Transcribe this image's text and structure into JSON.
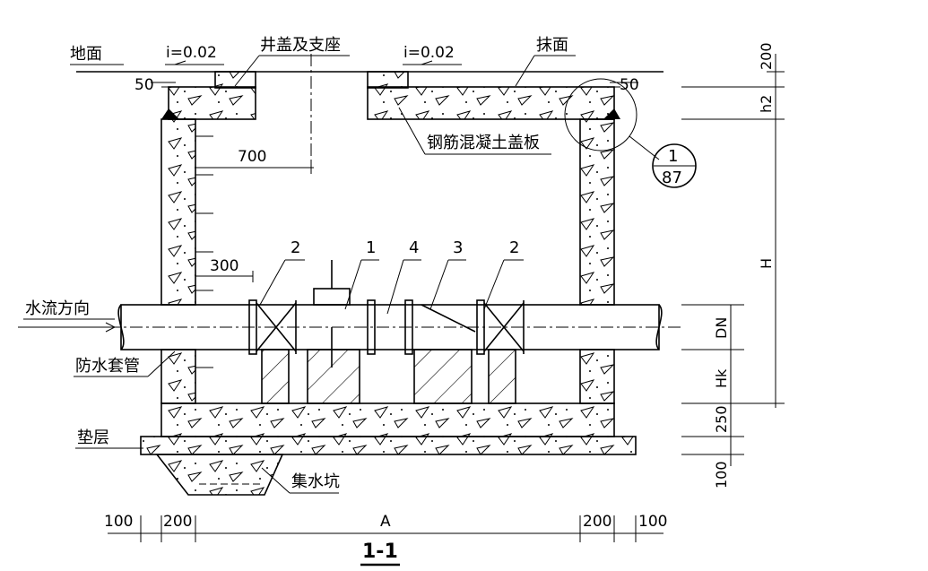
{
  "labels": {
    "ground": "地面",
    "slope_left": "i=0.02",
    "slope_right": "i=0.02",
    "cover_and_seat": "井盖及支座",
    "plaster_face": "抹面",
    "rc_cover_plate": "钢筋混凝土盖板",
    "flow_direction": "水流方向",
    "waterproof_sleeve": "防水套管",
    "cushion_layer": "垫层",
    "sump_pit": "集水坑",
    "section_title": "1-1"
  },
  "detail_callout": {
    "top": "1",
    "bottom": "87"
  },
  "part_numbers": {
    "p1": "1",
    "p2_left": "2",
    "p2_right": "2",
    "p3": "3",
    "p4": "4"
  },
  "dimensions": {
    "d50_left": "50",
    "d50_right": "50",
    "d700": "700",
    "d300": "300",
    "bottom_100_left": "100",
    "bottom_200_left": "200",
    "bottom_A": "A",
    "bottom_200_right": "200",
    "bottom_100_right": "100",
    "right_200": "200",
    "right_h2": "h2",
    "right_H": "H",
    "right_DN": "DN",
    "right_Hk": "Hk",
    "right_250": "250",
    "right_100": "100"
  }
}
